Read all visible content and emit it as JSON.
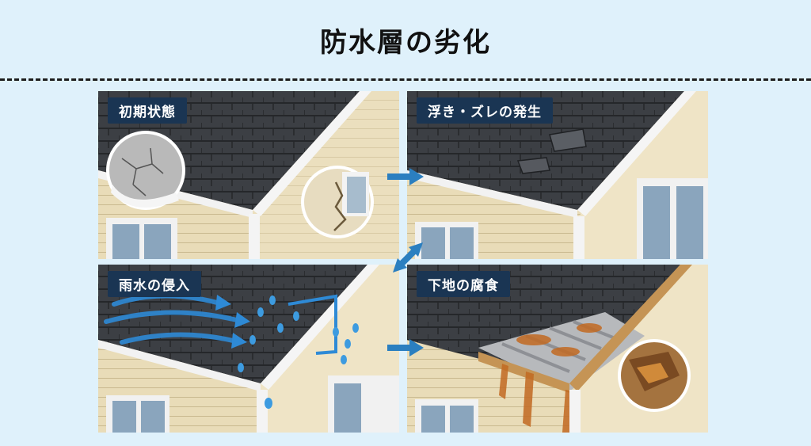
{
  "title": "防水層の劣化",
  "stages": [
    {
      "label": "初期状態"
    },
    {
      "label": "浮き・ズレの発生"
    },
    {
      "label": "雨水の侵入"
    },
    {
      "label": "下地の腐食"
    }
  ],
  "colors": {
    "background": "#dff1fb",
    "label_bg": "#1a3553",
    "roof": "#3a3d42",
    "siding": "#e9dcb8",
    "arrow": "#2b7fc0",
    "water": "#3d9be0",
    "rust": "#c26a22"
  }
}
